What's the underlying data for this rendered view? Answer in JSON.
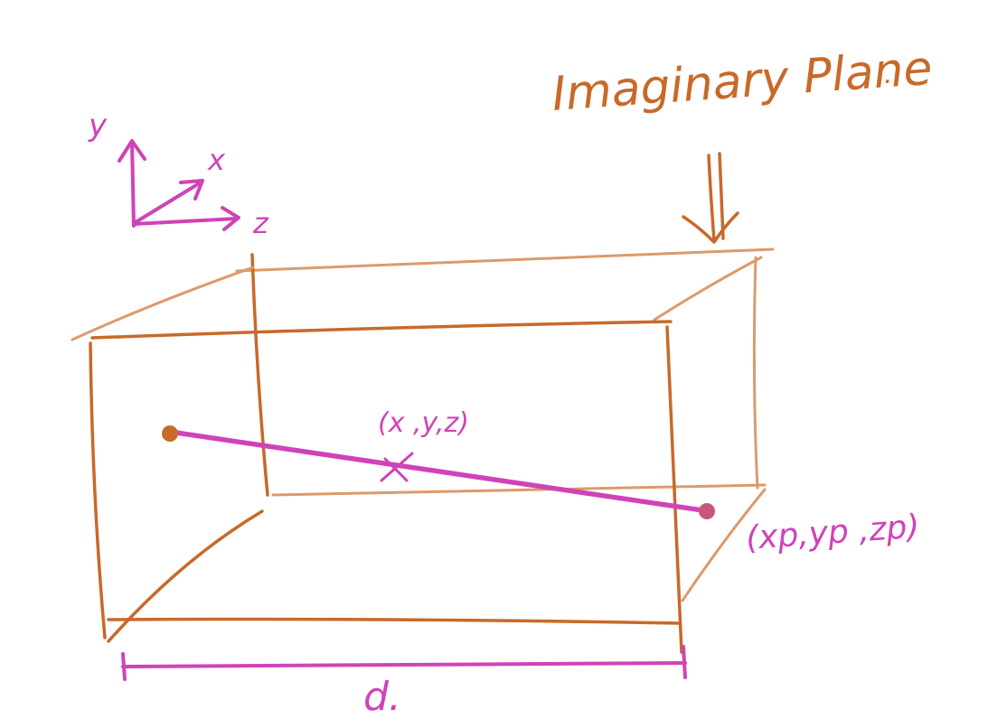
{
  "title_label": "Imaginary Plane",
  "title_trailing_mark": ".",
  "axes": {
    "y_label": "y",
    "x_label": "x",
    "z_label": "z"
  },
  "midpoint_label": "(x ,y,z)",
  "endpoint_label": "(xp,yp ,zp)",
  "dimension_label": "d.",
  "colors": {
    "box_orange": "#c8692a",
    "box_light": "#dc9a6c",
    "magenta": "#d043b8"
  }
}
